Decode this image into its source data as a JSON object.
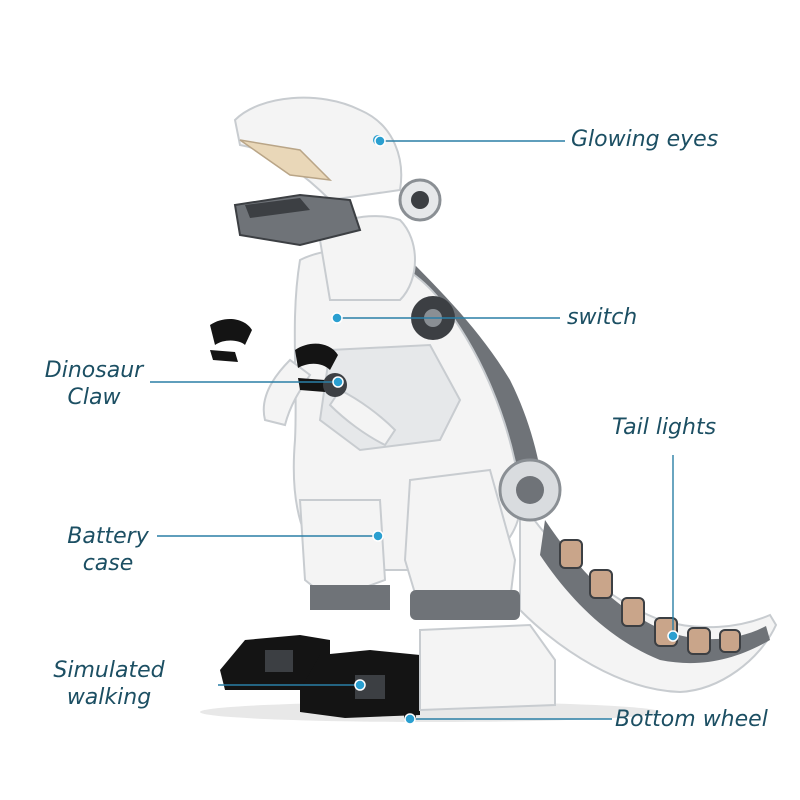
{
  "colors": {
    "label_text": "#1c4f63",
    "leader_line": "#2a7fa6",
    "marker": "#2a9fd0",
    "body_white": "#f4f4f4",
    "body_shade": "#d9dcdf",
    "armor_gray": "#6f7378",
    "armor_dark": "#3c3f43",
    "foot_black": "#141414",
    "tail_light": "#c9a58a"
  },
  "callouts": {
    "glowing_eyes": "Glowing eyes",
    "switch": "switch",
    "dinosaur_claw_line1": "Dinosaur",
    "dinosaur_claw_line2": "Claw",
    "tail_lights": "Tail lights",
    "battery_case_line1": "Battery",
    "battery_case_line2": "case",
    "simulated_walking_line1": "Simulated",
    "simulated_walking_line2": "walking",
    "bottom_wheel": "Bottom wheel"
  },
  "image": {
    "subject_icon": "robot-dinosaur-toy"
  }
}
